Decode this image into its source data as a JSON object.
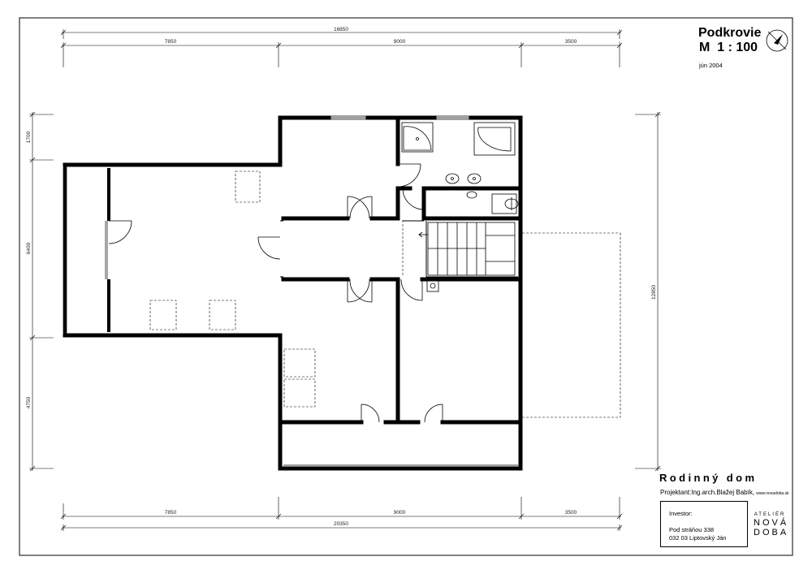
{
  "sheet": {
    "title_line1": "Podkrovie",
    "title_line2": "M  1 : 100",
    "date": "jún 2004",
    "house_name": "Rodinný dom",
    "architect_label": "Projektant:Ing.arch.Blažej Babík,",
    "architect_web": "www.novadoba.sk",
    "investor_label": "Investor:",
    "address_line1": "Pod stráňou 338",
    "address_line2": "032 03  Liptovský Ján",
    "logo_line1": "ATELIÉR",
    "logo_line2": "NOVÁ",
    "logo_line3": "DOBA"
  },
  "dimensions": {
    "top_total": "16850",
    "top_1": "7850",
    "top_2": "9000",
    "top_3": "3500",
    "bottom_1": "7850",
    "bottom_2": "9000",
    "bottom_3": "3500",
    "bottom_total": "20350",
    "left_1": "1700",
    "left_2": "6400",
    "left_3": "4750",
    "right_1": "12850"
  },
  "icons": {
    "north": "north-arrow-icon"
  }
}
